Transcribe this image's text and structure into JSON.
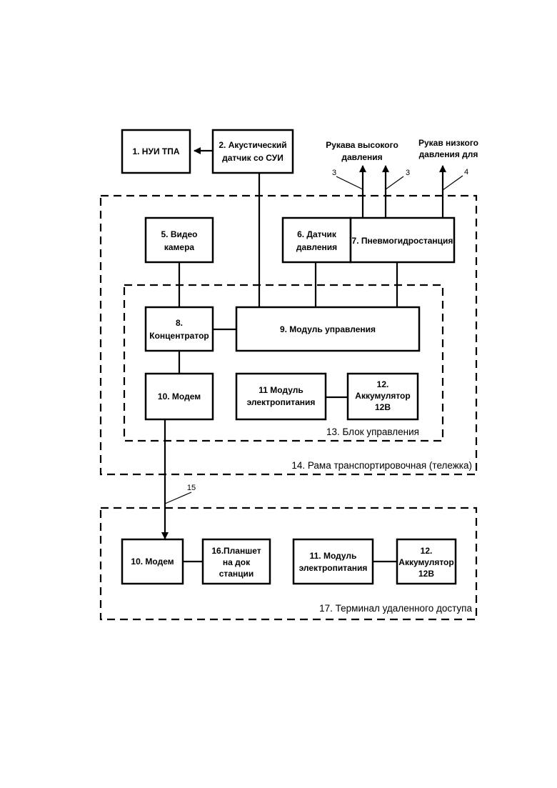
{
  "blocks": {
    "b1": [
      "1. НУИ ТПА"
    ],
    "b2": [
      "2. Акустический",
      "датчик со СУИ"
    ],
    "b5": [
      "5. Видео",
      "камера"
    ],
    "b6": [
      "6. Датчик",
      "давления"
    ],
    "b7": [
      "7. Пневмогидростанция"
    ],
    "b8": [
      "8.",
      "Концентратор"
    ],
    "b9": [
      "9. Модуль управления"
    ],
    "b10": [
      "10. Модем"
    ],
    "b11": [
      "11 Модуль",
      "электропитания"
    ],
    "b12": [
      "12.",
      "Аккумулятор",
      "12В"
    ],
    "b10r": [
      "10. Модем"
    ],
    "b16": [
      "16.Планшет",
      "на док",
      "станции"
    ],
    "b11r": [
      "11. Модуль",
      "электропитания"
    ],
    "b12r": [
      "12.",
      "Аккумулятор",
      "12В"
    ]
  },
  "frames": {
    "f13": "13. Блок управления",
    "f14": "14. Рама транспортировочная (тележка)",
    "f17": "17. Терминал удаленного доступа"
  },
  "outputs": {
    "high_pressure": [
      "Рукава высокого",
      "давления"
    ],
    "low_pressure": [
      "Рукав низкого",
      "давления для"
    ]
  },
  "callouts": {
    "c3a": "3",
    "c3b": "3",
    "c4": "4",
    "c15": "15"
  }
}
